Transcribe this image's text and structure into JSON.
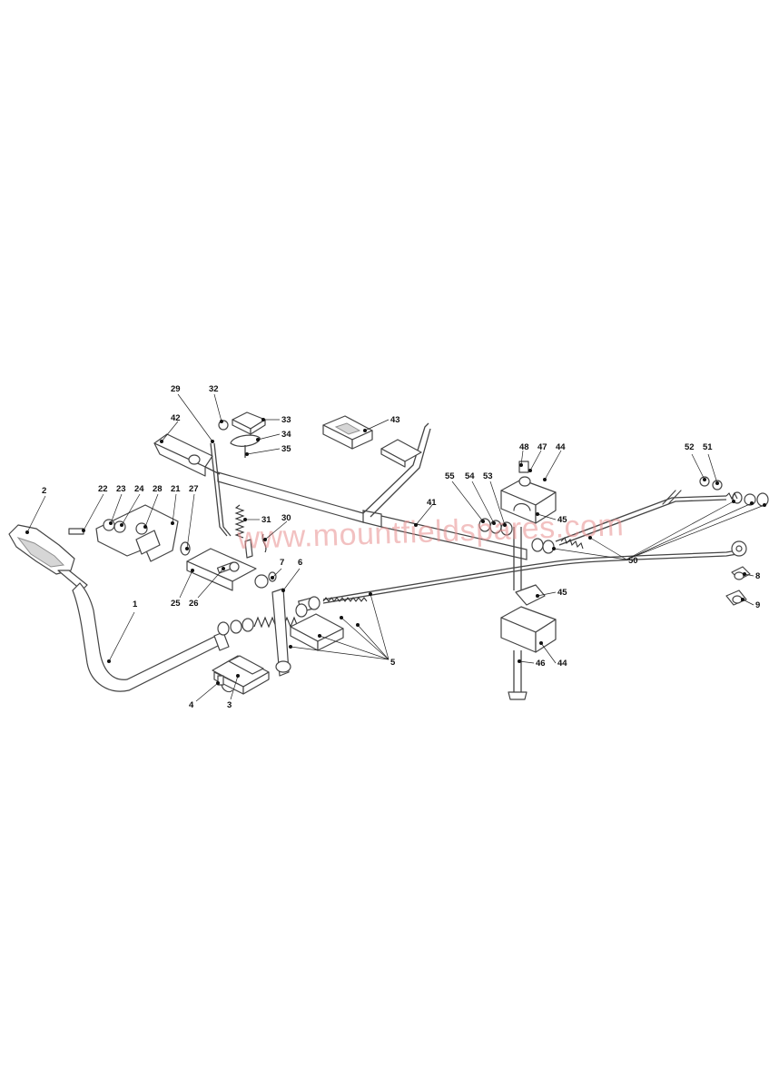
{
  "watermark": "www.mountfieldspares.com",
  "labels": [
    {
      "id": "1",
      "text": "1"
    },
    {
      "id": "2",
      "text": "2"
    },
    {
      "id": "3",
      "text": "3"
    },
    {
      "id": "4",
      "text": "4"
    },
    {
      "id": "5",
      "text": "5"
    },
    {
      "id": "6",
      "text": "6"
    },
    {
      "id": "7",
      "text": "7"
    },
    {
      "id": "8",
      "text": "8"
    },
    {
      "id": "9",
      "text": "9"
    },
    {
      "id": "21",
      "text": "21"
    },
    {
      "id": "22",
      "text": "22"
    },
    {
      "id": "23",
      "text": "23"
    },
    {
      "id": "24",
      "text": "24"
    },
    {
      "id": "25",
      "text": "25"
    },
    {
      "id": "26",
      "text": "26"
    },
    {
      "id": "27",
      "text": "27"
    },
    {
      "id": "28",
      "text": "28"
    },
    {
      "id": "29",
      "text": "29"
    },
    {
      "id": "30",
      "text": "30"
    },
    {
      "id": "31",
      "text": "31"
    },
    {
      "id": "32",
      "text": "32"
    },
    {
      "id": "33",
      "text": "33"
    },
    {
      "id": "34",
      "text": "34"
    },
    {
      "id": "35",
      "text": "35"
    },
    {
      "id": "41",
      "text": "41"
    },
    {
      "id": "42",
      "text": "42"
    },
    {
      "id": "43",
      "text": "43"
    },
    {
      "id": "44a",
      "text": "44"
    },
    {
      "id": "44b",
      "text": "44"
    },
    {
      "id": "45a",
      "text": "45"
    },
    {
      "id": "45b",
      "text": "45"
    },
    {
      "id": "46",
      "text": "46"
    },
    {
      "id": "47",
      "text": "47"
    },
    {
      "id": "48",
      "text": "48"
    },
    {
      "id": "50",
      "text": "50"
    },
    {
      "id": "51",
      "text": "51"
    },
    {
      "id": "52",
      "text": "52"
    },
    {
      "id": "53",
      "text": "53"
    },
    {
      "id": "54",
      "text": "54"
    },
    {
      "id": "55",
      "text": "55"
    }
  ]
}
